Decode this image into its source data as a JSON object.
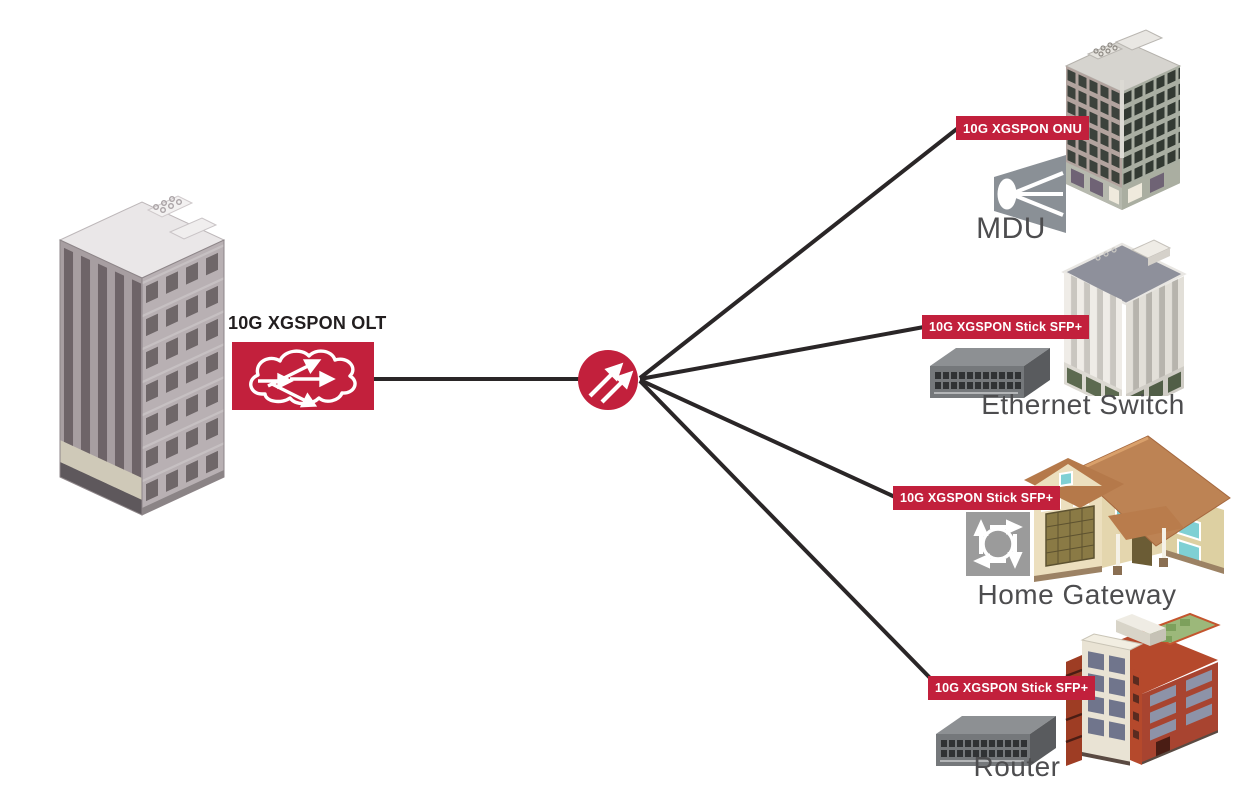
{
  "colors": {
    "accent_red": "#c2203c",
    "connector_line": "#2a2627",
    "icon_gray": "#8a9096",
    "device_gray": "#75787b",
    "device_label_text": "#4d4d4f"
  },
  "olt": {
    "label": "10G XGSPON OLT",
    "icon": "cloud-arrows-icon",
    "building": "tall-office-tower"
  },
  "splitter": {
    "icon": "splitter-circle-arrows-icon"
  },
  "branches": [
    {
      "badge": "10G XGSPON ONU",
      "device_label": "MDU",
      "device_icon": "onu-horn-icon",
      "building": "dark-window-high-rise"
    },
    {
      "badge": "10G XGSPON Stick SFP+",
      "device_label": "Ethernet Switch",
      "device_icon": "ethernet-switch-device",
      "building": "white-office-building"
    },
    {
      "badge": "10G XGSPON Stick SFP+",
      "device_label": "Home Gateway",
      "device_icon": "gateway-arrows-icon",
      "building": "suburban-house"
    },
    {
      "badge": "10G XGSPON Stick SFP+",
      "device_label": "Router",
      "device_icon": "router-device",
      "building": "brick-apartment-building"
    }
  ],
  "connections": [
    {
      "from": "olt",
      "to": "splitter"
    },
    {
      "from": "splitter",
      "to": "branch-mdu"
    },
    {
      "from": "splitter",
      "to": "branch-ethernet-switch"
    },
    {
      "from": "splitter",
      "to": "branch-home-gateway"
    },
    {
      "from": "splitter",
      "to": "branch-router"
    }
  ]
}
